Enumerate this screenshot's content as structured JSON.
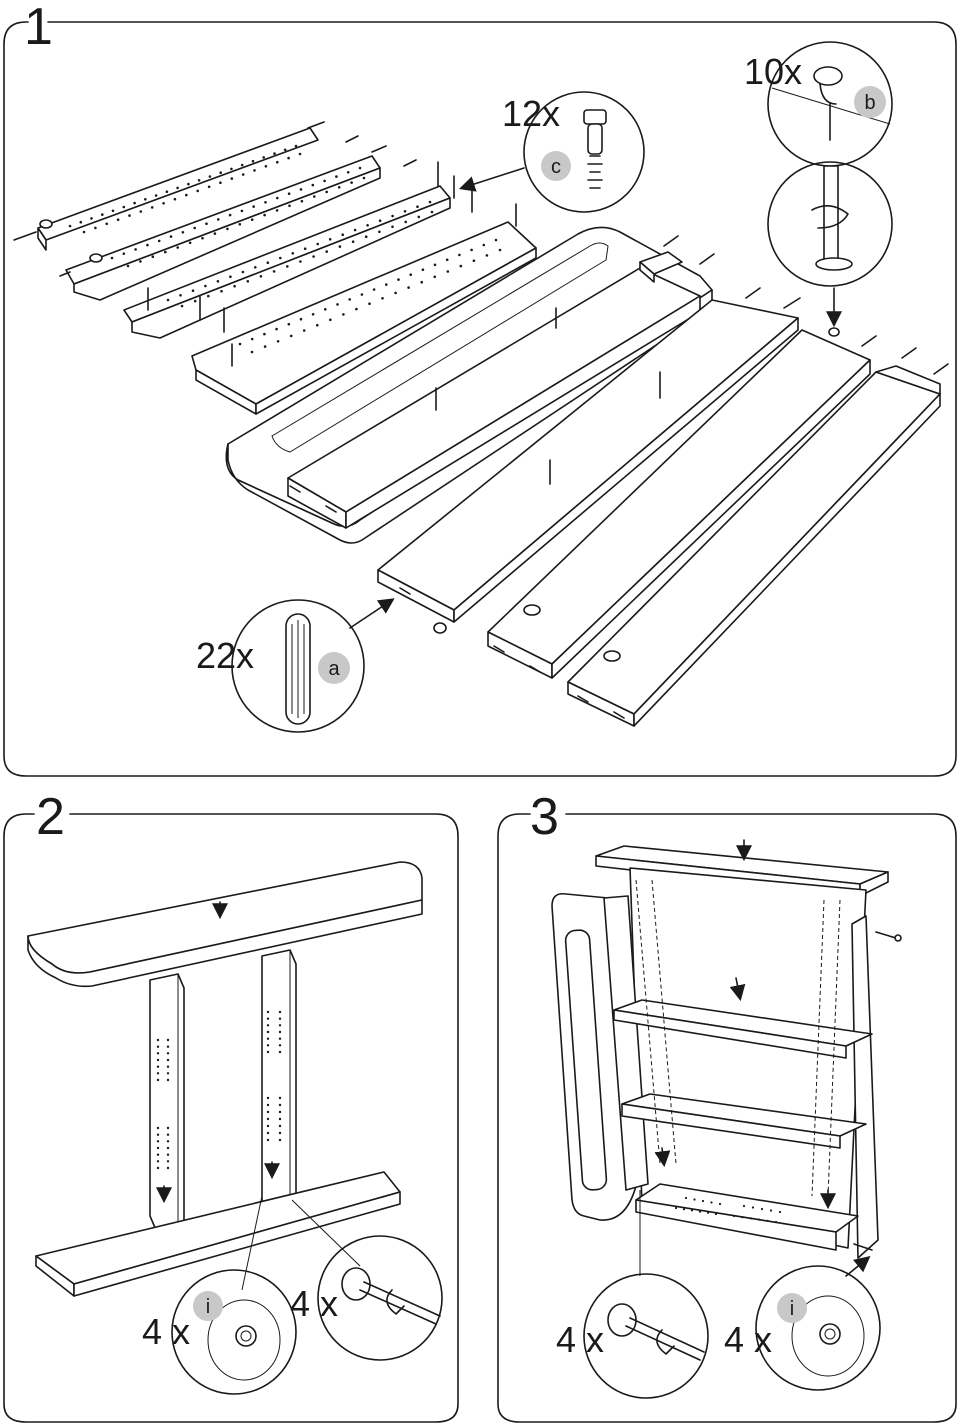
{
  "steps": [
    {
      "number": "1",
      "callouts": [
        {
          "quantity": "22x",
          "part_label": "a",
          "part_icon": "wooden-dowel-icon"
        },
        {
          "quantity": "12x",
          "part_label": "c",
          "part_icon": "cam-bolt-icon"
        },
        {
          "quantity": "10x",
          "part_label": "b",
          "part_icon": "cam-lock-icon"
        }
      ]
    },
    {
      "number": "2",
      "callouts": [
        {
          "quantity": "4 x",
          "part_label": "i",
          "part_icon": "cam-lock-icon"
        },
        {
          "quantity": "4 x",
          "part_label": "",
          "part_icon": "screwdriver-icon"
        }
      ]
    },
    {
      "number": "3",
      "callouts": [
        {
          "quantity": "4 x",
          "part_label": "",
          "part_icon": "screwdriver-icon"
        },
        {
          "quantity": "4 x",
          "part_label": "i",
          "part_icon": "cam-lock-icon"
        }
      ]
    }
  ],
  "colors": {
    "line": "#1a1a1a",
    "tag_fill": "#c8c8c8",
    "background": "#ffffff"
  }
}
